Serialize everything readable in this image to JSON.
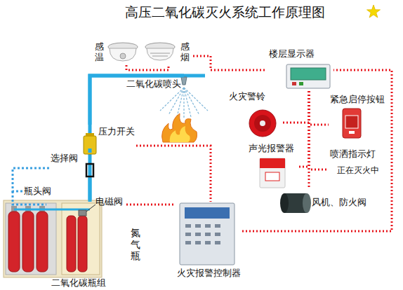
{
  "diagram": {
    "title": "高压二氧化碳灭火系统工作原理图",
    "nodes": [
      {
        "text": [
          "感 温"
        ]
      },
      {
        "text": [
          "感 烟"
        ]
      },
      {
        "text": [
          "楼层显示器"
        ]
      },
      {
        "text": [
          "二氧化碳喷头"
        ]
      },
      {
        "text": [
          "火灾警铃"
        ]
      },
      {
        "text": [
          "紧急启停按钮"
        ]
      },
      {
        "text": [
          "压力开关"
        ]
      },
      {
        "text": [
          "选择阀"
        ]
      },
      {
        "text": [
          "声光报警器"
        ]
      },
      {
        "text": [
          "喷洒指示灯",
          "正在灭火中"
        ]
      },
      {
        "text": [
          "瓶头阀"
        ]
      },
      {
        "text": [
          "电磁阀"
        ]
      },
      {
        "text": [
          "风机、防火阀"
        ]
      },
      {
        "text": [
          "氮 气 瓶"
        ]
      },
      {
        "text": [
          "火灾报警控制器"
        ]
      },
      {
        "text": [
          "二氧化碳瓶组"
        ]
      }
    ],
    "edges": [
      {
        "from": 0,
        "to": 1,
        "arrow": "none"
      },
      {
        "from": 1,
        "to": 2,
        "arrow": "none"
      },
      {
        "from": 2,
        "to": 4,
        "arrow": "none"
      },
      {
        "from": 2,
        "to": 5,
        "arrow": "none"
      },
      {
        "from": 2,
        "to": 9,
        "arrow": "none"
      },
      {
        "from": 2,
        "to": 8,
        "arrow": "none"
      },
      {
        "from": 2,
        "to": 12,
        "arrow": "none"
      },
      {
        "from": 14,
        "to": 2,
        "arrow": "none"
      },
      {
        "from": 6,
        "to": 14,
        "arrow": "none"
      },
      {
        "from": 11,
        "to": 14,
        "arrow": "none"
      },
      {
        "from": 15,
        "to": 7,
        "arrow": "none"
      },
      {
        "from": 7,
        "to": 6,
        "arrow": "none"
      },
      {
        "from": 6,
        "to": 3,
        "arrow": "none"
      },
      {
        "from": 7,
        "to": 10,
        "arrow": "none"
      }
    ]
  }
}
